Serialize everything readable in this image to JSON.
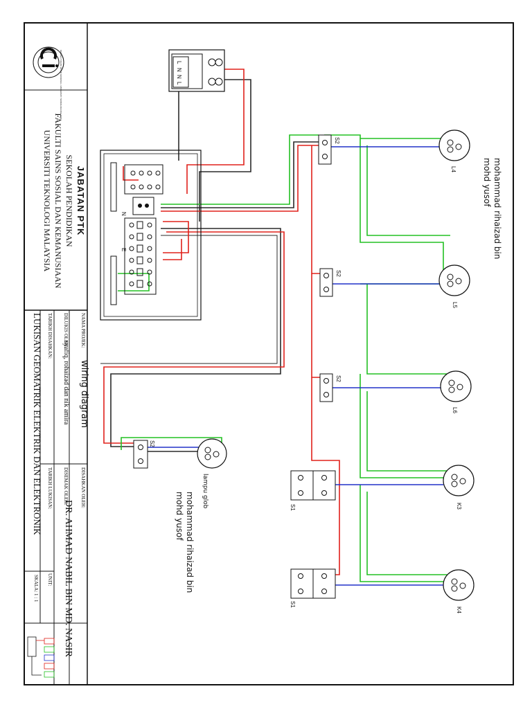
{
  "title_block": {
    "department": "JABATAN PTK",
    "school": "SEKOLAH PENDIDIKAN",
    "faculty": "FAKULTI SAINS SOSIAL DAN KEMANUSIAAN",
    "university": "UNIVERSITI TEKNOLOGI MALAYSIA",
    "project_label": "NAMA PROJEK:",
    "project_value": "wiring diagram",
    "drawn_by_label": "DILUKIS OLEH:",
    "drawn_by_value": "syafiq, rohaizad dan nik amira",
    "approved_by_label": "DISAHKAN OLEH:",
    "checked_by_label": "DISEMAK OLEH:",
    "checked_by_value": "DR. AHMAD NABIL BIN MD. NASIR",
    "sign_date_label": "TARIKH DISAHKAN:",
    "drawing_date_label": "TARIKH LUKISAN:",
    "unit_label": "UNIT:",
    "scale_label": "SKALA: 1 : 1",
    "drawing_title": "LUKISAN GEOMATRIK ELEKTRIK DAN ELEKTRONIK",
    "logo_ring_text": "KERANA TUHAN UNTUK MANUSIA • UNIVERSITI TEKNOLOGI MALAYSIA"
  },
  "diagram": {
    "author_top": [
      "mohammad rihaizad bin",
      "mohd yusof"
    ],
    "author_mid": [
      "mohammad rihaizad bin",
      "mohd yusof"
    ],
    "lamp_globe_label": "lampu glob",
    "db_label_n": "N",
    "db_label_e": "E",
    "meter_terminals": [
      "L",
      "N",
      "N",
      "L"
    ],
    "switch_labels": {
      "s2_a": "S2",
      "s2_b": "S2",
      "s2_c": "S2",
      "s2_d": "S2",
      "s1_a": "S1",
      "s1_b": "S1"
    },
    "lamp_labels": {
      "l4": "L4",
      "l5": "L5",
      "l6": "L6",
      "k3": "K3",
      "k4": "K4"
    }
  },
  "colors": {
    "live": "#e0201a",
    "neutral": "#2a2a2a",
    "earth": "#22c022",
    "switched": "#2030c8",
    "border": "#111111"
  },
  "icons": [
    "utm-logo-icon",
    "energy-meter-icon",
    "distribution-board-icon",
    "switch-icon",
    "lamp-icon"
  ]
}
